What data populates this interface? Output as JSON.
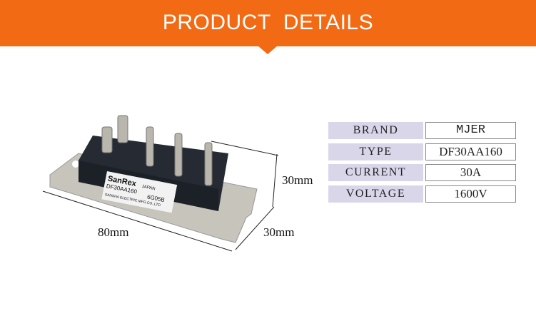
{
  "header": {
    "title": "PRODUCT  DETAILS"
  },
  "product": {
    "label_brand": "SanRex",
    "label_origin": "JAPAN",
    "label_model": "DF30AA160",
    "label_code": "6G05B",
    "label_maker": "SANSHA ELECTRIC MFG.CO.,LTD"
  },
  "dimensions": {
    "height": "30mm",
    "length": "80mm",
    "width": "30mm"
  },
  "specs": [
    {
      "label": "BRAND",
      "value": "MJER"
    },
    {
      "label": "TYPE",
      "value": "DF30AA160"
    },
    {
      "label": "CURRENT",
      "value": "30A"
    },
    {
      "label": "VOLTAGE",
      "value": "1600V"
    }
  ],
  "colors": {
    "accent": "#f26a13",
    "label_bg": "#dad6ea"
  }
}
